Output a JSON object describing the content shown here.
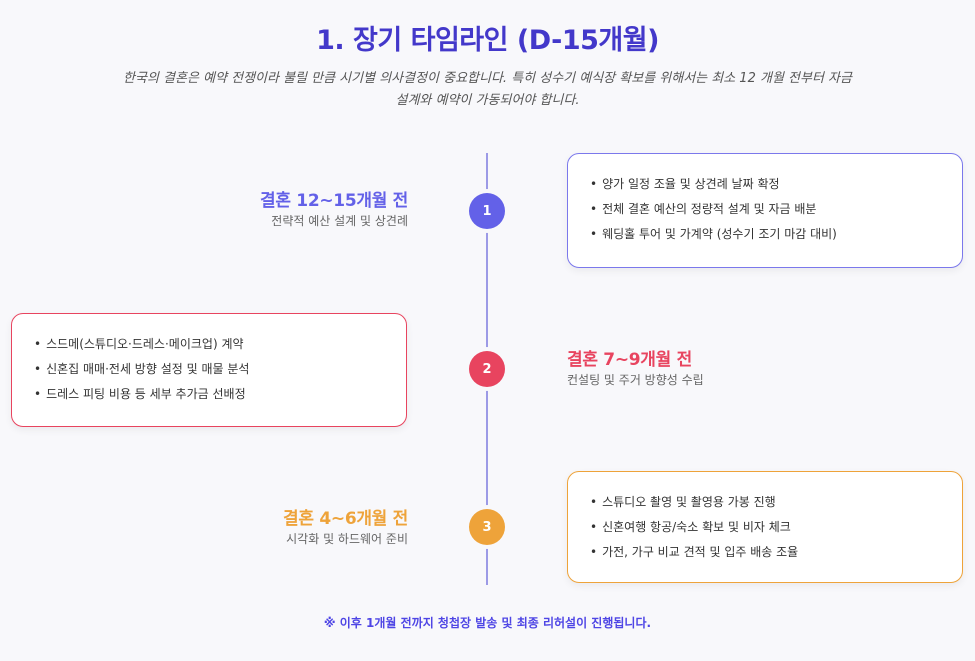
{
  "title": "1. 장기 타임라인 (D-15개월)",
  "intro": "한국의 결혼은 예약 전쟁이라 불릴 만큼 시기별 의사결정이 중요합니다. 특히 성수기 예식장 확보를 위해서는 최소 12 개월 전부터 자금 설계와 예약이 가동되어야 합니다.",
  "colors": {
    "phase1": "#6361e8",
    "phase2": "#e8445f",
    "phase3": "#eea33a",
    "axis": "#9c9ae6"
  },
  "phases": [
    {
      "number": "1",
      "title": "결혼 12~15개월 전",
      "subtitle": "전략적 예산 설계 및 상견례",
      "items": [
        "양가 일정 조율 및 상견례 날짜 확정",
        "전체 결혼 예산의 정량적 설계 및 자금 배분",
        "웨딩홀 투어 및 가계약 (성수기 조기 마감 대비)"
      ]
    },
    {
      "number": "2",
      "title": "결혼 7~9개월 전",
      "subtitle": "컨설팅 및 주거 방향성 수립",
      "items": [
        "스드메(스튜디오·드레스·메이크업) 계약",
        "신혼집 매매·전세 방향 설정 및 매물 분석",
        "드레스 피팅 비용 등 세부 추가금 선배정"
      ]
    },
    {
      "number": "3",
      "title": "결혼 4~6개월 전",
      "subtitle": "시각화 및 하드웨어 준비",
      "items": [
        "스튜디오 촬영 및 촬영용 가봉 진행",
        "신혼여행 항공/숙소 확보 및 비자 체크",
        "가전, 가구 비교 견적 및 입주 배송 조율"
      ]
    }
  ],
  "footer": "※ 이후 1개월 전까지 청첩장 발송 및 최종 리허설이 진행됩니다."
}
